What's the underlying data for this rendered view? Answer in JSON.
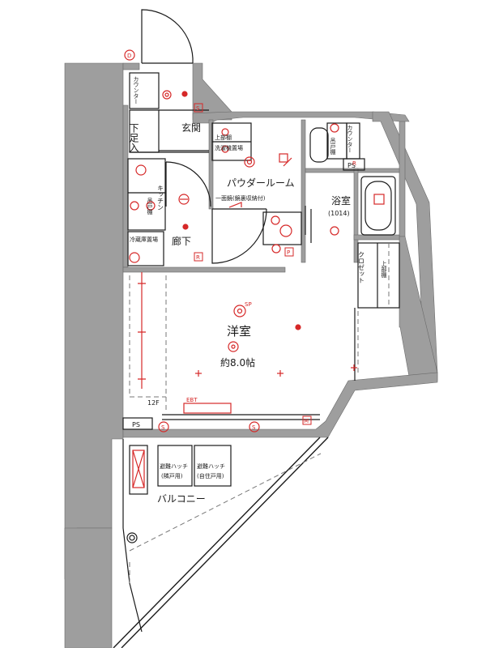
{
  "rooms": {
    "entrance": "玄関",
    "shoe_box": "下足入",
    "counter_top": "カウンター",
    "powder_room": "パウダールーム",
    "kitchen": "キッチン",
    "hallway": "廊下",
    "bathroom": "浴室",
    "bathroom_size": "(1014)",
    "western_room": "洋室",
    "western_room_size": "約8.0帖",
    "balcony": "バルコニー",
    "closet": "クロゼット",
    "fridge_space": "冷蔵庫置場",
    "washer_space": "洗濯機置場",
    "upper_shelf_1": "上部棚",
    "upper_shelf_2": "上部棚",
    "hanger_pipe_1": "吊戸棚",
    "hanger_pipe_2": "吊戸棚",
    "mirror_note": "一面鏡(鏡裏収納付)",
    "counter_right": "カウンター",
    "ceiling_height": "12F",
    "hatch_left_1": "避難ハッチ",
    "hatch_left_2": "(隣戸用)",
    "hatch_right_1": "避難ハッチ",
    "hatch_right_2": "(自住戸用)"
  },
  "symbols": {
    "ps_top": "PS",
    "ps_bottom": "PS",
    "d_mark": "D",
    "s_mark_1": "S",
    "s_mark_2": "S",
    "s_mark_3": "S",
    "r_mark_1": "R",
    "r_mark_2": "R",
    "p_mark": "P",
    "m_mark": "M",
    "sp_label": "SP",
    "ebt_label": "EBT"
  },
  "colors": {
    "wall": "#9e9e9e",
    "line": "#1a1a1a",
    "electric": "#d62828",
    "dashed": "#777777"
  }
}
